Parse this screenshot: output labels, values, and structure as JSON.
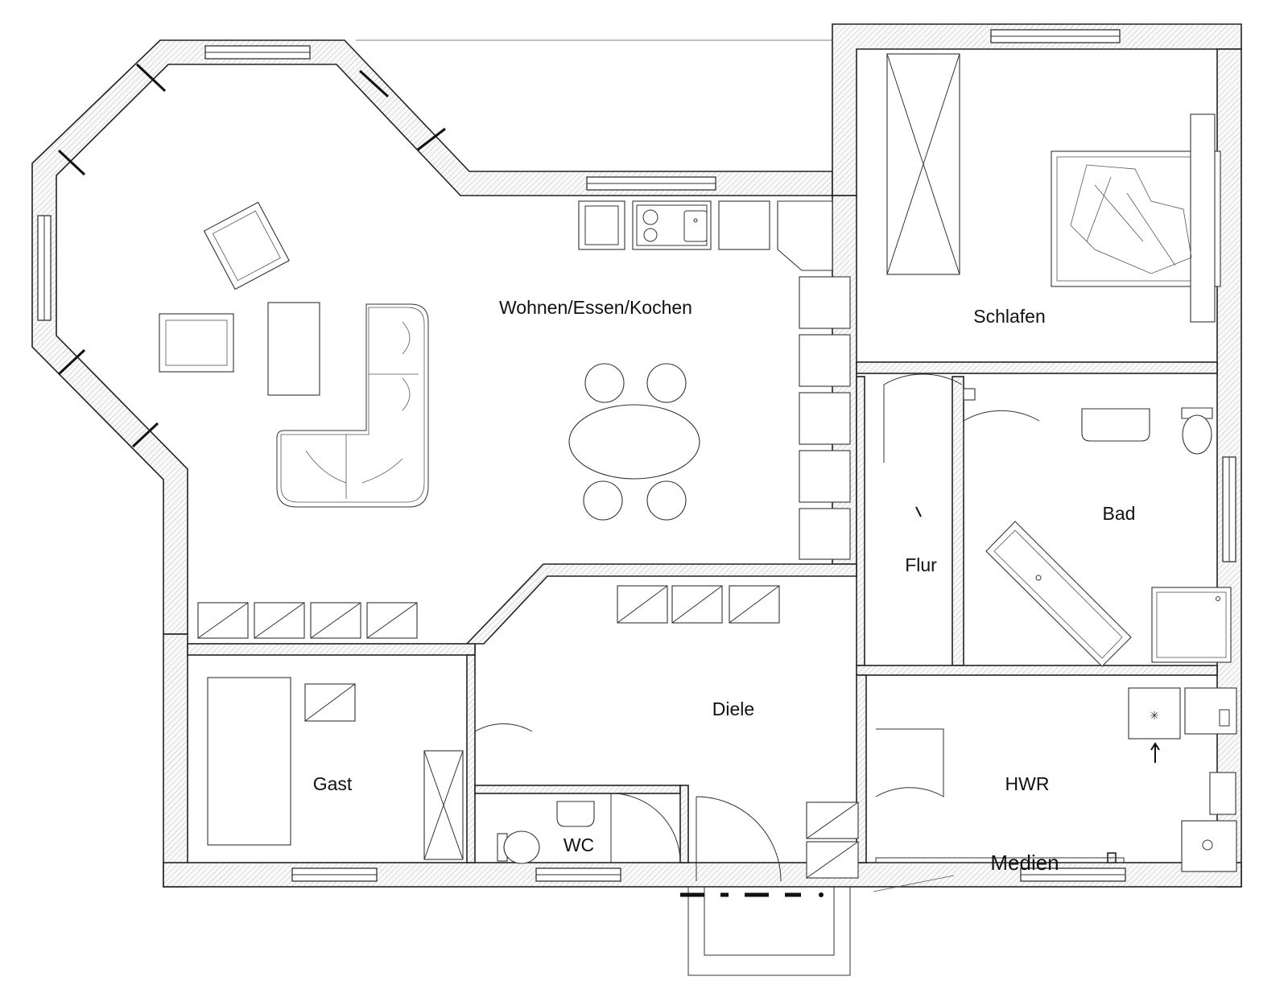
{
  "rooms": {
    "living": "Wohnen/Essen/Kochen",
    "bedroom": "Schlafen",
    "hall": "Flur",
    "bath": "Bad",
    "foyer": "Diele",
    "guest": "Gast",
    "wc": "WC",
    "utility": "HWR",
    "media": "Medien"
  }
}
